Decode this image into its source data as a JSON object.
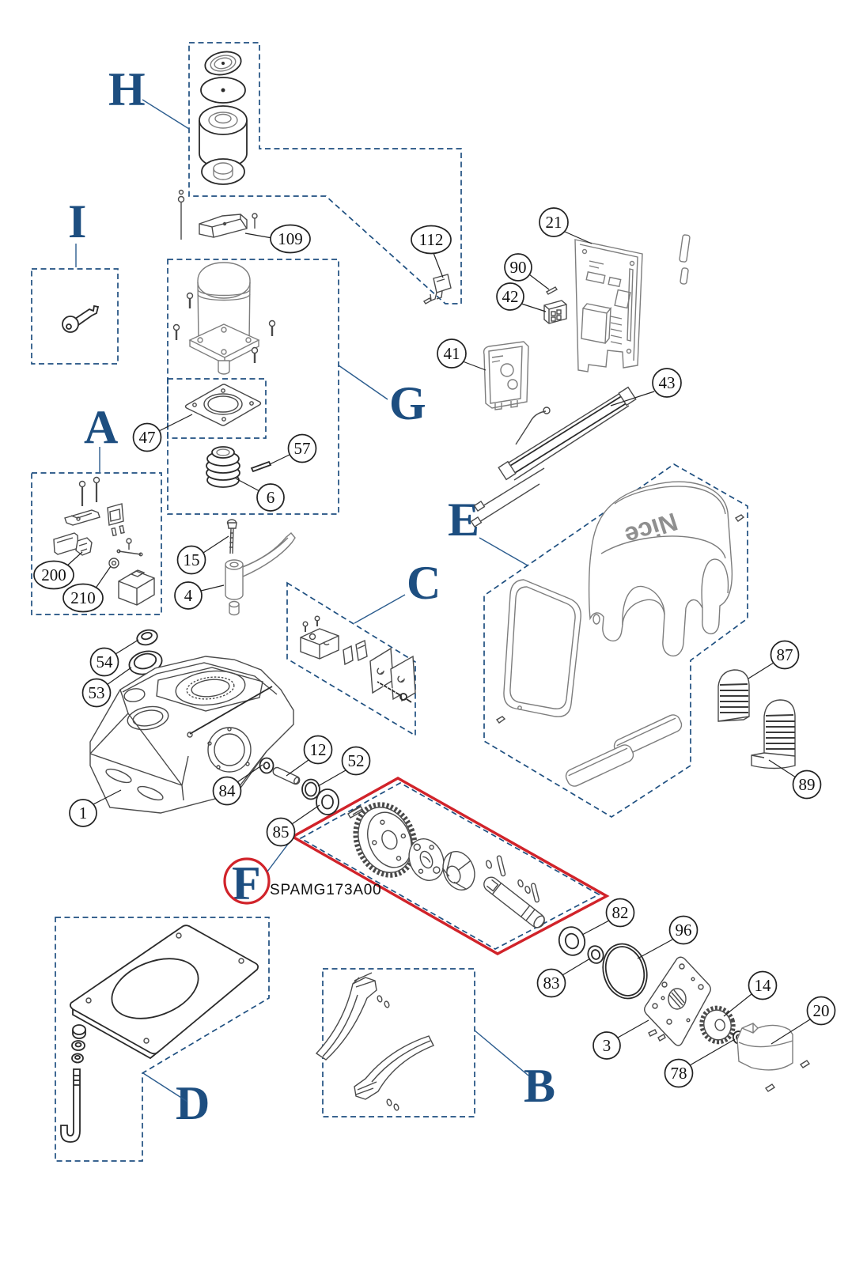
{
  "diagram": {
    "part_code": "SPAMG173A00",
    "brand_logo": "Nice",
    "section_labels": {
      "A": "A",
      "B": "B",
      "C": "C",
      "D": "D",
      "E": "E",
      "F": "F",
      "G": "G",
      "H": "H",
      "I": "I"
    },
    "callouts": {
      "c1": "1",
      "c3": "3",
      "c4": "4",
      "c6": "6",
      "c12": "12",
      "c14": "14",
      "c15": "15",
      "c20": "20",
      "c21": "21",
      "c41": "41",
      "c42": "42",
      "c43": "43",
      "c47": "47",
      "c52": "52",
      "c53": "53",
      "c54": "54",
      "c57": "57",
      "c78": "78",
      "c82": "82",
      "c83": "83",
      "c84": "84",
      "c85": "85",
      "c87": "87",
      "c89": "89",
      "c90": "90",
      "c96": "96",
      "c109": "109",
      "c112": "112",
      "c200": "200",
      "c210": "210"
    },
    "colors": {
      "box_dash": "#1e4f80",
      "section_letter": "#1d4e80",
      "highlight_red": "#d1232a",
      "line_dark": "#222222",
      "line_gray": "#7d7d7d"
    }
  }
}
